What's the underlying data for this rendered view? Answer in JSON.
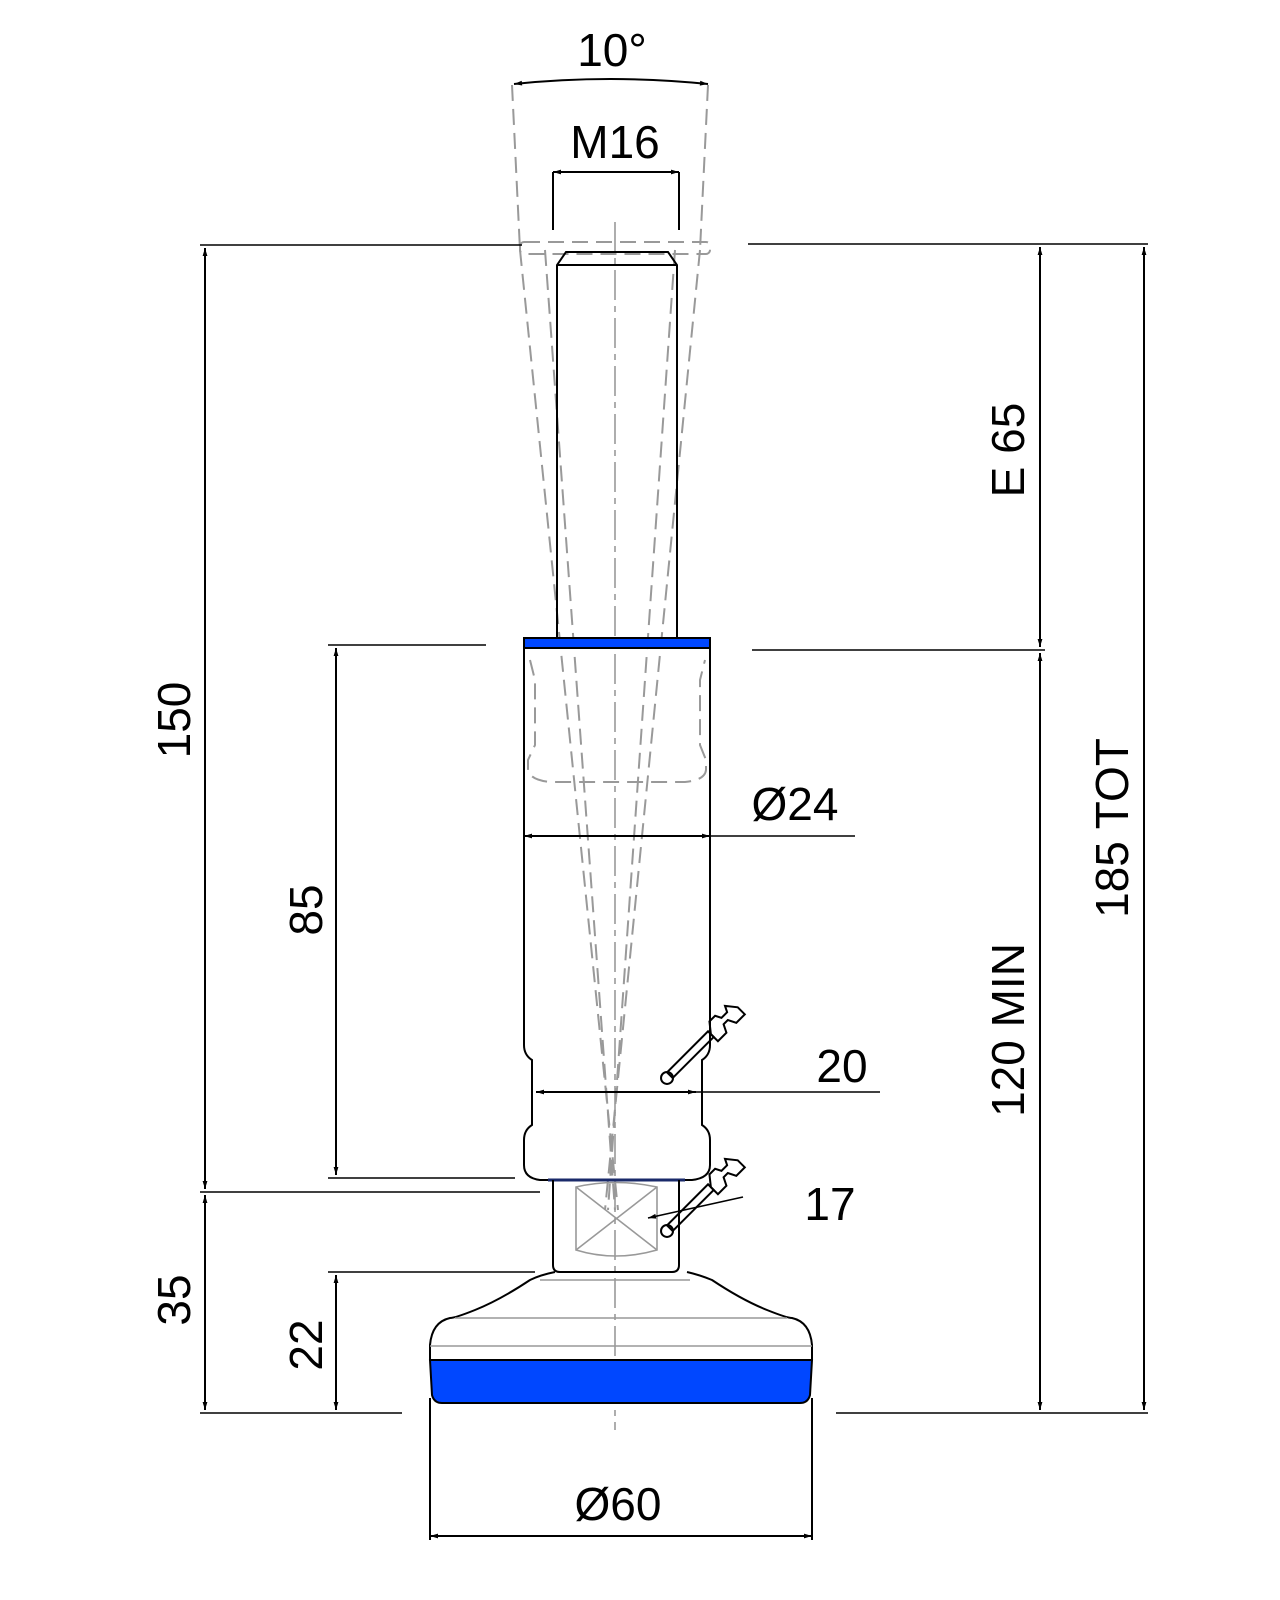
{
  "drawing": {
    "title": "Levelling foot technical drawing",
    "accent_color": "#0047ff",
    "dimensions": {
      "angle": "10°",
      "thread": "M16",
      "stroke": "E 65",
      "total_height": "185 TOT",
      "min_height": "120 MIN",
      "body_height": "150",
      "body_length": "85",
      "base_height": "35",
      "pad_height": "22",
      "body_diameter": "Ø24",
      "wrench_20": "20",
      "wrench_17": "17",
      "base_diameter": "Ø60"
    },
    "icons": [
      "wrench-icon",
      "wrench-icon"
    ]
  }
}
